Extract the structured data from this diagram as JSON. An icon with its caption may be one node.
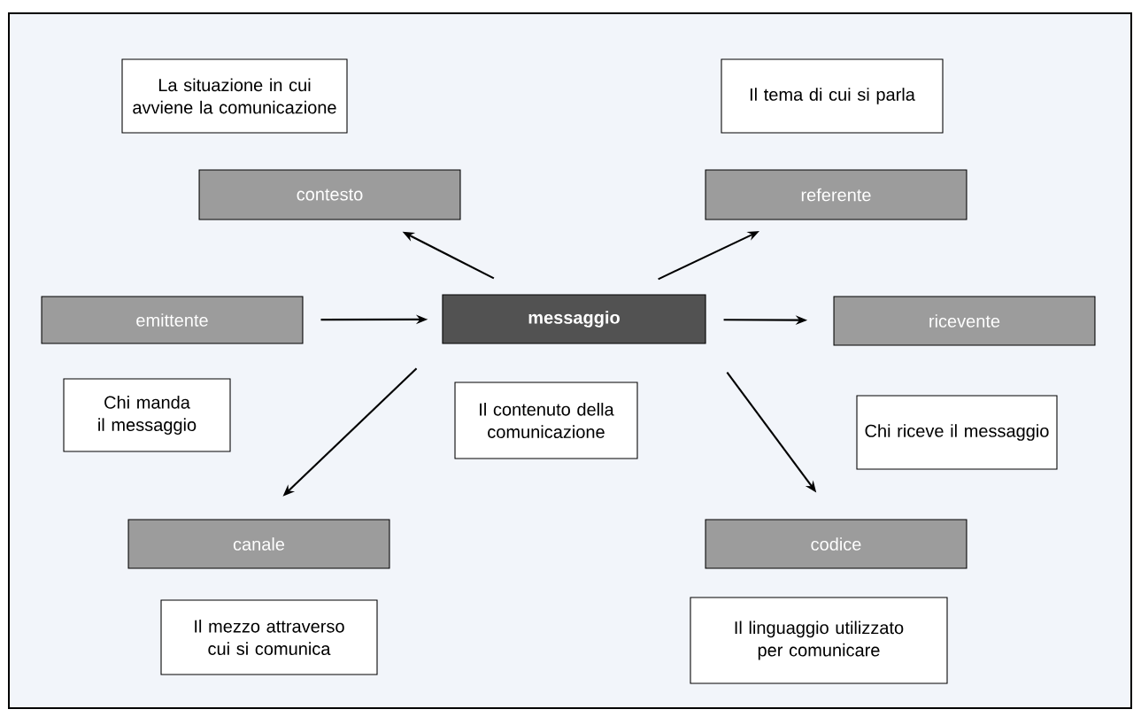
{
  "diagram": {
    "nodes": [
      {
        "text": [
          "La situazione in cui avviene la comunicazione"
        ]
      },
      {
        "text": [
          "Il tema di cui si parla"
        ]
      },
      {
        "text": [
          "contesto"
        ]
      },
      {
        "text": [
          "referente"
        ]
      },
      {
        "text": [
          "emittente"
        ]
      },
      {
        "text": [
          "messaggio"
        ]
      },
      {
        "text": [
          "ricevente"
        ]
      },
      {
        "text": [
          "Chi manda il messaggio"
        ]
      },
      {
        "text": [
          "Il contenuto della comunicazione"
        ]
      },
      {
        "text": [
          "Chi riceve il messaggio"
        ]
      },
      {
        "text": [
          "canale"
        ]
      },
      {
        "text": [
          "codice"
        ]
      },
      {
        "text": [
          "Il mezzo attraverso cui si comunica"
        ]
      },
      {
        "text": [
          "Il linguaggio utilizzato per comunicare"
        ]
      }
    ],
    "edges": [
      {
        "from": 4,
        "to": 5,
        "arrow": "to"
      },
      {
        "from": 5,
        "to": 6,
        "arrow": "to"
      },
      {
        "from": 5,
        "to": 2,
        "arrow": "to"
      },
      {
        "from": 5,
        "to": 3,
        "arrow": "to"
      },
      {
        "from": 5,
        "to": 10,
        "arrow": "to"
      },
      {
        "from": 5,
        "to": 11,
        "arrow": "to"
      }
    ]
  }
}
